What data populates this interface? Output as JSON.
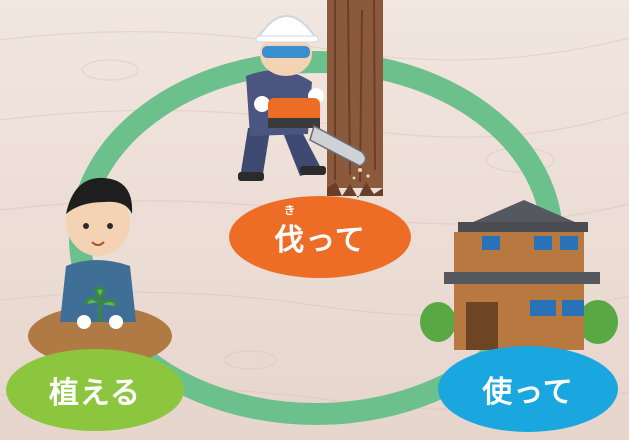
{
  "cycle": {
    "stages": [
      {
        "label": "伐って",
        "furigana": "き",
        "color": "#ee6d26"
      },
      {
        "label": "使って",
        "color": "#1aa7df"
      },
      {
        "label": "植える",
        "color": "#8cc63f"
      }
    ],
    "ring_color": "#6cc08b"
  },
  "illustrations": [
    "lumberjack-with-chainsaw",
    "wooden-house",
    "child-planting-seedling"
  ]
}
